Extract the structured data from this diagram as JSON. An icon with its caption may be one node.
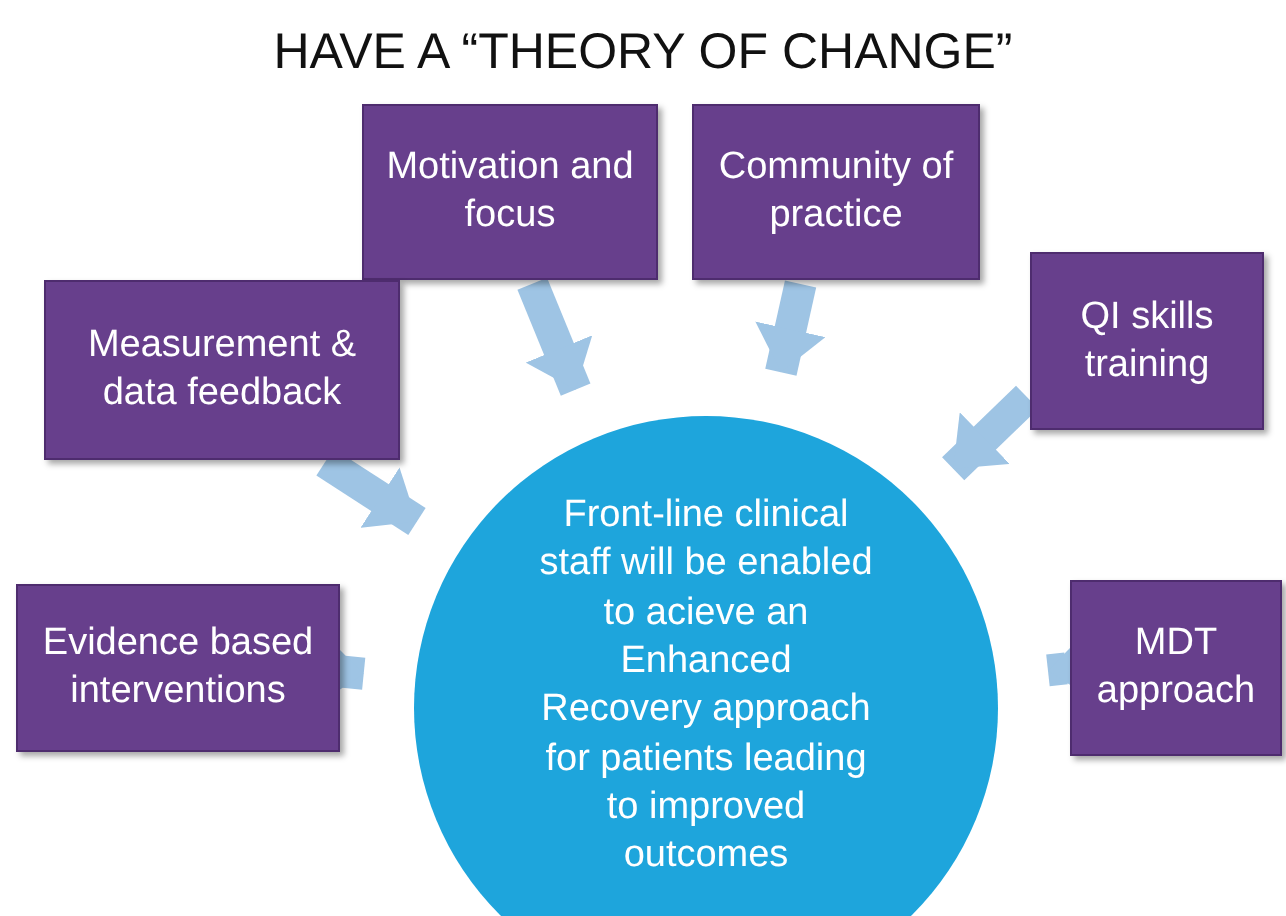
{
  "diagram": {
    "title": "HAVE A “THEORY OF CHANGE”",
    "nodes": [
      {
        "text": [
          "Motivation and focus"
        ]
      },
      {
        "text": [
          "Community of practice"
        ]
      },
      {
        "text": [
          "Measurement & data feedback"
        ]
      },
      {
        "text": [
          "QI skills training"
        ]
      },
      {
        "text": [
          "Evidence based interventions"
        ]
      },
      {
        "text": [
          "MDT approach"
        ]
      },
      {
        "text": [
          "Front-line clinical staff will be enabled to acieve an Enhanced Recovery approach for patients leading to improved outcomes"
        ]
      }
    ],
    "edges": [
      {
        "from": 0,
        "to": 6,
        "arrow": "to"
      },
      {
        "from": 1,
        "to": 6,
        "arrow": "to"
      },
      {
        "from": 2,
        "to": 6,
        "arrow": "to"
      },
      {
        "from": 3,
        "to": 6,
        "arrow": "to"
      },
      {
        "from": 4,
        "to": 6,
        "arrow": "to"
      },
      {
        "from": 5,
        "to": 6,
        "arrow": "to"
      }
    ]
  }
}
